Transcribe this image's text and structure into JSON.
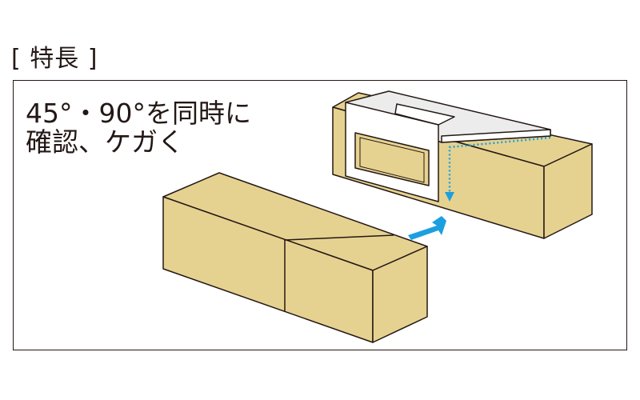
{
  "header": {
    "label": "[ 特長 ]"
  },
  "caption": {
    "line1": "45°・90°を同時に",
    "line2": "確認、ケガく"
  },
  "colors": {
    "wood": "#e6d290",
    "wood_side": "#e6d290",
    "outline": "#231815",
    "tool": "#ececec",
    "tool_face": "#ffffff",
    "arrow": "#1c9fe0"
  }
}
